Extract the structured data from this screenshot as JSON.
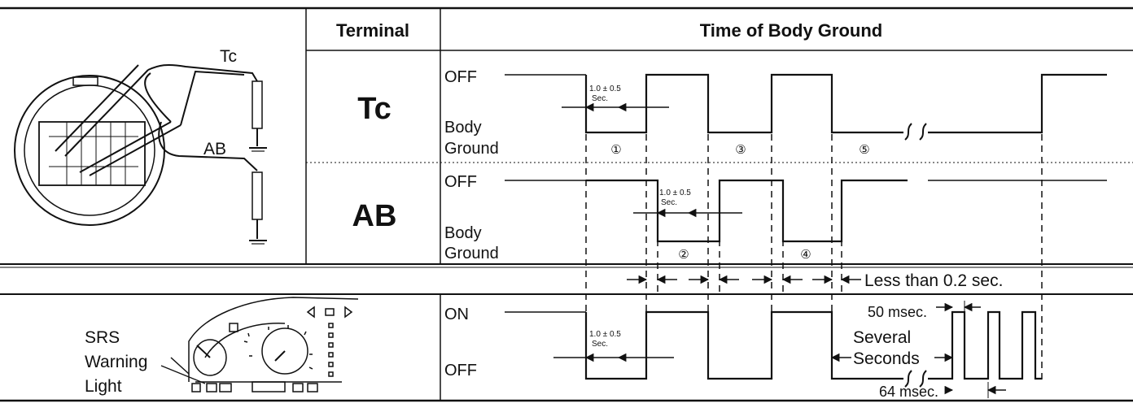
{
  "header": {
    "terminal": "Terminal",
    "time": "Time of Body Ground"
  },
  "connector": {
    "tc_label": "Tc",
    "ab_label": "AB"
  },
  "rows": {
    "tc": {
      "terminal": "Tc",
      "off": "OFF",
      "ground_1": "Body",
      "ground_2": "Ground"
    },
    "ab": {
      "terminal": "AB",
      "off": "OFF",
      "ground_1": "Body",
      "ground_2": "Ground"
    },
    "light": {
      "on": "ON",
      "off": "OFF",
      "name_1": "SRS",
      "name_2": "Warning",
      "name_3": "Light"
    }
  },
  "timing": {
    "duration_value": "1.0 ± 0.5",
    "duration_unit": "Sec.",
    "gap_note": "Less than 0.2 sec.",
    "several_1": "Several",
    "several_2": "Seconds",
    "pulse_on": "50 msec.",
    "pulse_period": "64 msec."
  },
  "step_markers": [
    "①",
    "②",
    "③",
    "④",
    "⑤"
  ]
}
